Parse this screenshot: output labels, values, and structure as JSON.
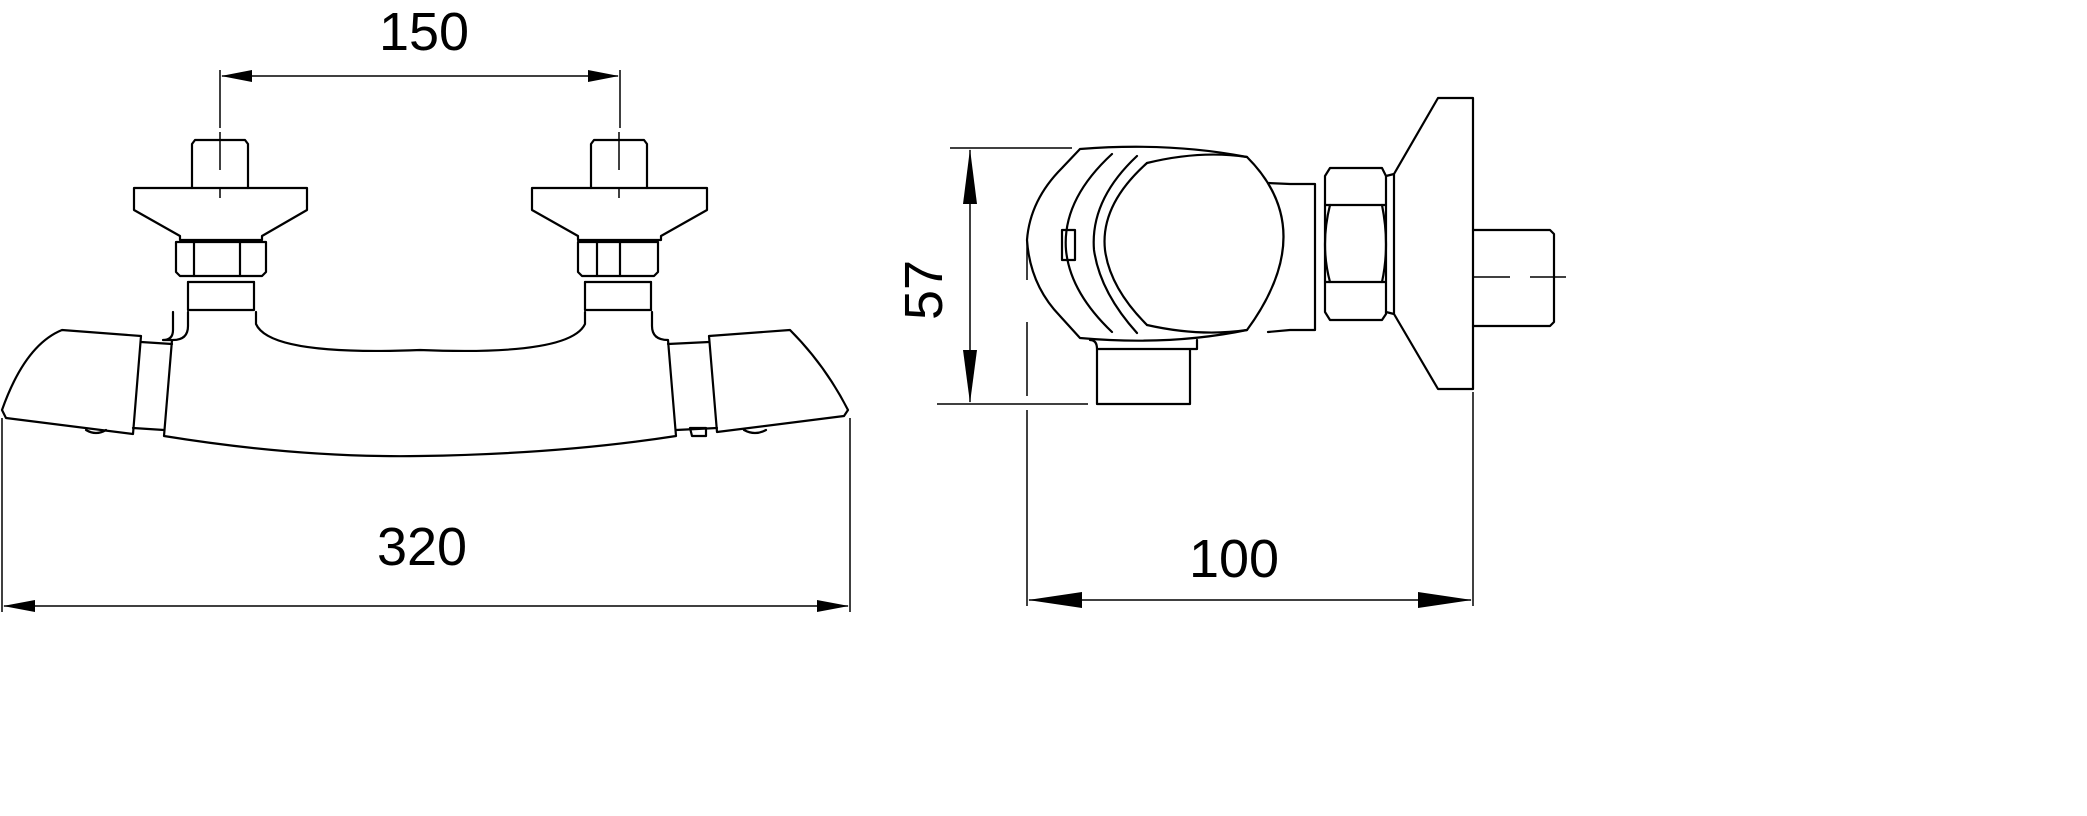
{
  "drawing": {
    "front_view": {
      "dimensions": {
        "inlet_spacing": "150",
        "overall_width": "320"
      }
    },
    "side_view": {
      "dimensions": {
        "height": "57",
        "depth": "100"
      }
    },
    "line_color": "#000000",
    "background_color": "#ffffff"
  }
}
